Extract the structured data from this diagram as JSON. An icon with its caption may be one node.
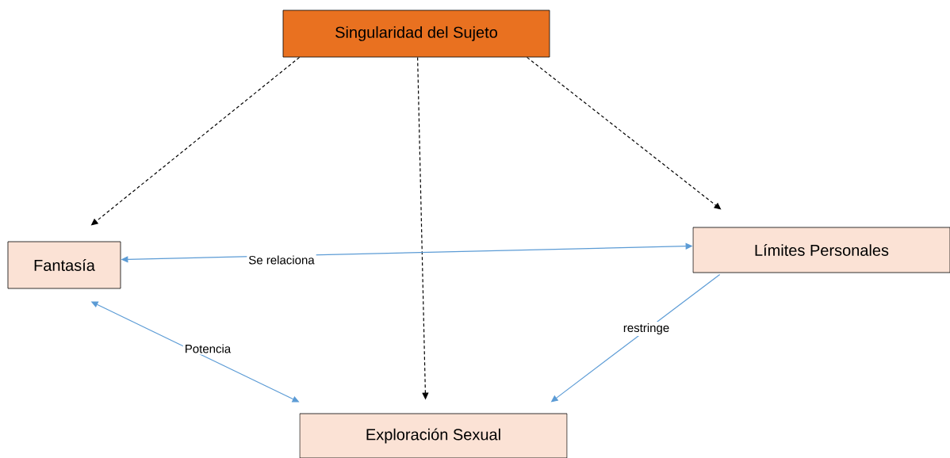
{
  "diagram": {
    "nodes": [
      {
        "text": [
          "Singularidad del Sujeto"
        ]
      },
      {
        "text": [
          "Fantasía"
        ]
      },
      {
        "text": [
          "Límites Personales"
        ]
      },
      {
        "text": [
          "Exploración Sexual"
        ]
      }
    ],
    "edges": [
      {
        "from": 0,
        "to": 1,
        "arrow": "to",
        "style": "dashed"
      },
      {
        "from": 0,
        "to": 3,
        "arrow": "to",
        "style": "dashed"
      },
      {
        "from": 0,
        "to": 2,
        "arrow": "to",
        "style": "dashed"
      },
      {
        "from": 2,
        "to": 1,
        "arrow": "both",
        "label": "Se relaciona",
        "color": "#5b9bd5"
      },
      {
        "from": 1,
        "to": 3,
        "arrow": "both",
        "label": "Potencia",
        "color": "#5b9bd5"
      },
      {
        "from": 2,
        "to": 3,
        "arrow": "to",
        "label": "restringe",
        "color": "#5b9bd5"
      }
    ]
  }
}
